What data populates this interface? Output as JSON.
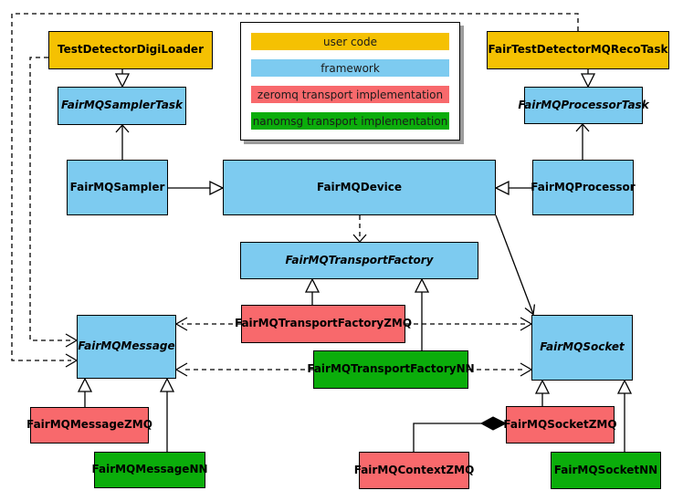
{
  "colors": {
    "user_code": "#F5C102",
    "framework": "#7DCBF0",
    "zeromq": "#F8696C",
    "nanomsg": "#0BAD0B",
    "border": "#000000",
    "background": "#FFFFFF"
  },
  "legend": {
    "items": [
      {
        "label": "user code",
        "color": "#F5C102"
      },
      {
        "label": "framework",
        "color": "#7DCBF0"
      },
      {
        "label": "zeromq transport implementation",
        "color": "#F8696C"
      },
      {
        "label": "nanomsg transport implementation",
        "color": "#0BAD0B"
      }
    ]
  },
  "nodes": {
    "testDetectorDigiLoader": {
      "label": "TestDetectorDigiLoader",
      "layer": "user code",
      "abstract": false
    },
    "fairTestDetectorMQRecoTask": {
      "label": "FairTestDetectorMQRecoTask",
      "layer": "user code",
      "abstract": false
    },
    "fairMQSamplerTask": {
      "label": "FairMQSamplerTask",
      "layer": "framework",
      "abstract": true
    },
    "fairMQProcessorTask": {
      "label": "FairMQProcessorTask",
      "layer": "framework",
      "abstract": true
    },
    "fairMQSampler": {
      "label": "FairMQSampler",
      "layer": "framework",
      "abstract": false
    },
    "fairMQDevice": {
      "label": "FairMQDevice",
      "layer": "framework",
      "abstract": false
    },
    "fairMQProcessor": {
      "label": "FairMQProcessor",
      "layer": "framework",
      "abstract": false
    },
    "fairMQTransportFactory": {
      "label": "FairMQTransportFactory",
      "layer": "framework",
      "abstract": true
    },
    "fairMQTransportFactoryZMQ": {
      "label": "FairMQTransportFactoryZMQ",
      "layer": "zeromq",
      "abstract": false
    },
    "fairMQTransportFactoryNN": {
      "label": "FairMQTransportFactoryNN",
      "layer": "nanomsg",
      "abstract": false
    },
    "fairMQMessage": {
      "label": "FairMQMessage",
      "layer": "framework",
      "abstract": true
    },
    "fairMQSocket": {
      "label": "FairMQSocket",
      "layer": "framework",
      "abstract": true
    },
    "fairMQMessageZMQ": {
      "label": "FairMQMessageZMQ",
      "layer": "zeromq",
      "abstract": false
    },
    "fairMQMessageNN": {
      "label": "FairMQMessageNN",
      "layer": "nanomsg",
      "abstract": false
    },
    "fairMQContextZMQ": {
      "label": "FairMQContextZMQ",
      "layer": "zeromq",
      "abstract": false
    },
    "fairMQSocketZMQ": {
      "label": "FairMQSocketZMQ",
      "layer": "zeromq",
      "abstract": false
    },
    "fairMQSocketNN": {
      "label": "FairMQSocketNN",
      "layer": "nanomsg",
      "abstract": false
    }
  },
  "edges": [
    {
      "from": "TestDetectorDigiLoader",
      "to": "FairMQSamplerTask",
      "type": "inheritance"
    },
    {
      "from": "FairTestDetectorMQRecoTask",
      "to": "FairMQProcessorTask",
      "type": "inheritance"
    },
    {
      "from": "FairMQSampler",
      "to": "FairMQDevice",
      "type": "inheritance"
    },
    {
      "from": "FairMQProcessor",
      "to": "FairMQDevice",
      "type": "inheritance"
    },
    {
      "from": "FairMQSampler",
      "to": "FairMQSamplerTask",
      "type": "association"
    },
    {
      "from": "FairMQProcessor",
      "to": "FairMQProcessorTask",
      "type": "association"
    },
    {
      "from": "FairMQDevice",
      "to": "FairMQTransportFactory",
      "type": "dependency"
    },
    {
      "from": "FairMQDevice",
      "to": "FairMQSocket",
      "type": "association"
    },
    {
      "from": "TestDetectorDigiLoader",
      "to": "FairMQMessage",
      "type": "dependency"
    },
    {
      "from": "FairTestDetectorMQRecoTask",
      "to": "FairMQMessage",
      "type": "dependency"
    },
    {
      "from": "FairMQTransportFactoryZMQ",
      "to": "FairMQTransportFactory",
      "type": "inheritance"
    },
    {
      "from": "FairMQTransportFactoryNN",
      "to": "FairMQTransportFactory",
      "type": "inheritance"
    },
    {
      "from": "FairMQTransportFactoryZMQ",
      "to": "FairMQMessage",
      "type": "dependency"
    },
    {
      "from": "FairMQTransportFactoryZMQ",
      "to": "FairMQSocket",
      "type": "dependency"
    },
    {
      "from": "FairMQTransportFactoryNN",
      "to": "FairMQMessage",
      "type": "dependency"
    },
    {
      "from": "FairMQTransportFactoryNN",
      "to": "FairMQSocket",
      "type": "dependency"
    },
    {
      "from": "FairMQMessageZMQ",
      "to": "FairMQMessage",
      "type": "inheritance"
    },
    {
      "from": "FairMQMessageNN",
      "to": "FairMQMessage",
      "type": "inheritance"
    },
    {
      "from": "FairMQSocketZMQ",
      "to": "FairMQSocket",
      "type": "inheritance"
    },
    {
      "from": "FairMQSocketNN",
      "to": "FairMQSocket",
      "type": "inheritance"
    },
    {
      "from": "FairMQContextZMQ",
      "to": "FairMQSocketZMQ",
      "type": "composition"
    }
  ]
}
